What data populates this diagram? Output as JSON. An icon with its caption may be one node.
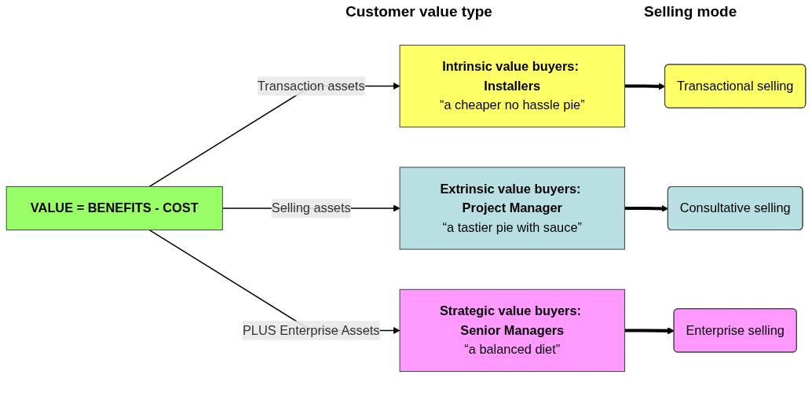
{
  "diagram": {
    "nodes": [
      {
        "text": [
          "VALUE = BENEFITS - COST"
        ]
      },
      {
        "text": [
          "Intrinsic value buyers: Installers",
          "“a cheaper no hassle pie”"
        ]
      },
      {
        "text": [
          "Extrinsic value buyers: Project Manager",
          "“a tastier pie with sauce”"
        ]
      },
      {
        "text": [
          "Strategic value buyers: Senior Managers",
          "“a balanced diet”"
        ]
      },
      {
        "text": [
          "Transactional selling"
        ]
      },
      {
        "text": [
          "Consultative selling"
        ]
      },
      {
        "text": [
          "Enterprise selling"
        ]
      }
    ],
    "edges": [
      {
        "from": 0,
        "to": 1,
        "arrow": "to",
        "label": "Transaction assets"
      },
      {
        "from": 0,
        "to": 2,
        "arrow": "to",
        "label": "Selling assets"
      },
      {
        "from": 0,
        "to": 3,
        "arrow": "to",
        "label": "PLUS Enterprise Assets"
      },
      {
        "from": 1,
        "to": 4,
        "arrow": "to",
        "style": "thick"
      },
      {
        "from": 2,
        "to": 5,
        "arrow": "to",
        "style": "thick"
      },
      {
        "from": 3,
        "to": 6,
        "arrow": "to",
        "style": "thick"
      }
    ],
    "labels": [
      "Customer value type",
      "Selling mode"
    ]
  }
}
